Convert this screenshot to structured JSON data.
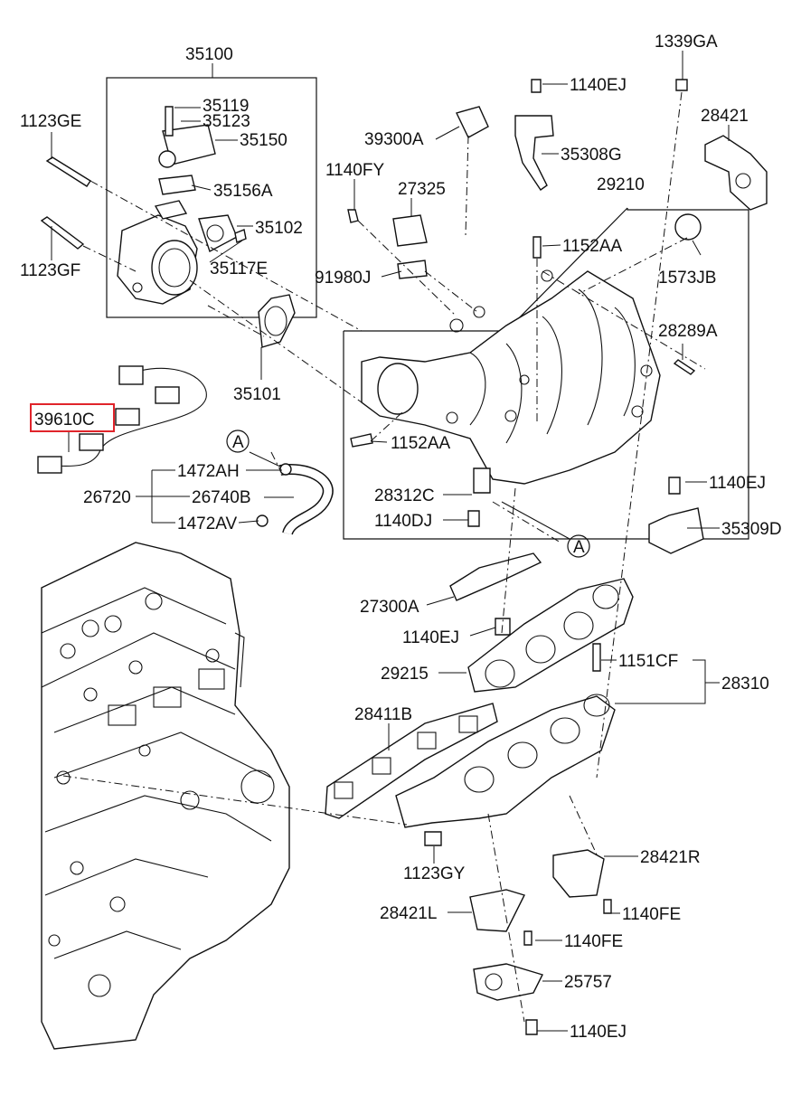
{
  "labels": {
    "p35100": "35100",
    "p35119": "35119",
    "p35123": "35123",
    "p35150": "35150",
    "p35156A": "35156A",
    "p35102": "35102",
    "p35117E": "35117E",
    "p35101": "35101",
    "p1123GE": "1123GE",
    "p1123GF": "1123GF",
    "p39610C": "39610C",
    "p1472AH": "1472AH",
    "p26720": "26720",
    "p26740B": "26740B",
    "p1472AV": "1472AV",
    "p1140EJ_top": "1140EJ",
    "p1339GA": "1339GA",
    "p39300A": "39300A",
    "p35308G": "35308G",
    "p28421": "28421",
    "p1140FY": "1140FY",
    "p27325": "27325",
    "p29210": "29210",
    "p1152AA_top": "1152AA",
    "p91980J": "91980J",
    "p1573JB": "1573JB",
    "p28289A": "28289A",
    "p1152AA_mid": "1152AA",
    "p28312C": "28312C",
    "p1140DJ": "1140DJ",
    "p1140EJ_right": "1140EJ",
    "p35309D": "35309D",
    "p27300A": "27300A",
    "p1140EJ_mid": "1140EJ",
    "p1151CF": "1151CF",
    "p29215": "29215",
    "p28310": "28310",
    "p28411B": "28411B",
    "p1123GY": "1123GY",
    "p28421R": "28421R",
    "p28421L": "28421L",
    "p1140FE_right": "1140FE",
    "p1140FE_left": "1140FE",
    "p25757": "25757",
    "p1140EJ_bottom": "1140EJ",
    "refA_top": "A",
    "refA_bottom": "A"
  },
  "highlight": {
    "part": "39610C",
    "color": "#e0242b"
  }
}
